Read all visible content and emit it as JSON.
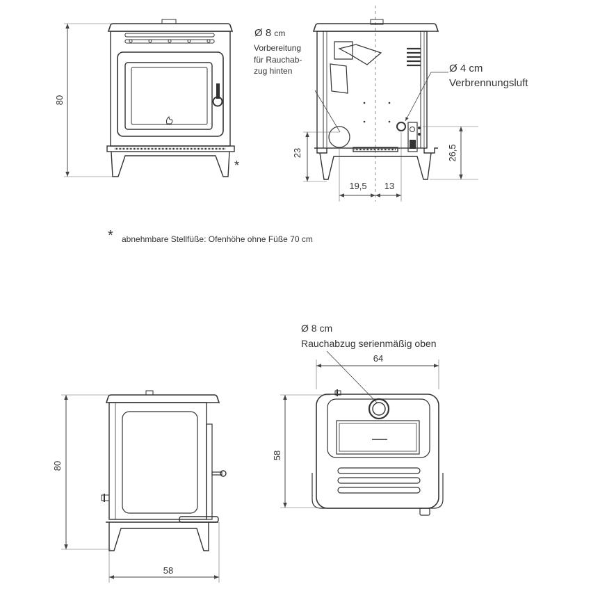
{
  "front_view": {
    "height_label": "80",
    "feet_note_marker": "*"
  },
  "back_view": {
    "flue_rear_diameter": "Ø 8",
    "flue_rear_unit": "cm",
    "flue_rear_line1": "Vorbereitung",
    "flue_rear_line2": "für Rauchab-",
    "flue_rear_line3": "zug hinten",
    "air_diameter": "Ø 4 cm",
    "air_label": "Verbrennungsluft",
    "dim_flue_height": "23",
    "dim_air_height": "26,5",
    "dim_flue_offset": "19,5",
    "dim_air_offset": "13"
  },
  "footnote": {
    "marker": "*",
    "text": "abnehmbare Stellfüße: Ofenhöhe ohne Füße 70 cm"
  },
  "side_view": {
    "height_label": "80",
    "depth_label": "58"
  },
  "top_view": {
    "flue_top_diameter": "Ø 8 cm",
    "flue_top_label": "Rauchabzug serienmäßig oben",
    "width_label": "64",
    "depth_label": "58"
  }
}
